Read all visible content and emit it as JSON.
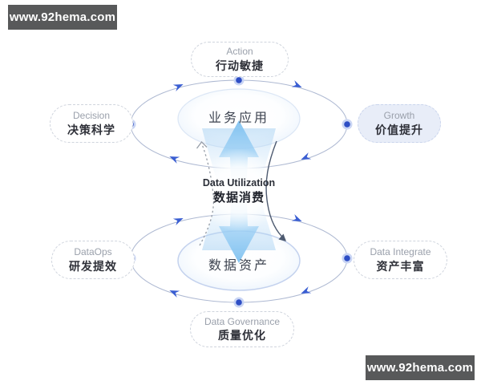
{
  "watermarks": {
    "top_left": "www.92hema.com",
    "bottom_right": "www.92hema.com"
  },
  "cycle": {
    "top_ellipse_label": "业务应用",
    "bottom_ellipse_label": "数据资产",
    "center": {
      "en": "Data Utilization",
      "zh": "数据消费"
    }
  },
  "nodes": {
    "action": {
      "en": "Action",
      "zh": "行动敏捷"
    },
    "decision": {
      "en": "Decision",
      "zh": "决策科学"
    },
    "growth": {
      "en": "Growth",
      "zh": "价值提升"
    },
    "dataops": {
      "en": "DataOps",
      "zh": "研发提效"
    },
    "data_integrate": {
      "en": "Data Integrate",
      "zh": "资产丰富"
    },
    "data_governance": {
      "en": "Data Governance",
      "zh": "质量优化"
    }
  },
  "colors": {
    "dot_core": "#2e4ec5",
    "dot_halo": "#c9d5f4",
    "orbit_stroke": "#aeb9d2",
    "orbit_arrow": "#3a5ed2",
    "flow_blue": "#8ec7f0",
    "growth_pill_fill": "#e8edf8",
    "dashed_curve": "#979ea8",
    "solid_curve": "#4d5a70",
    "watermark_bg": "#58595a"
  }
}
